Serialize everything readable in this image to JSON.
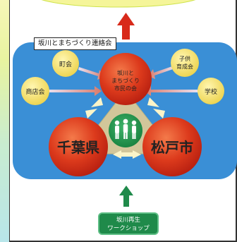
{
  "org_label": "坂川とまちづくり連絡会",
  "center_circle": {
    "line1": "坂川と",
    "line2": "まちづくり",
    "line3": "市民の会"
  },
  "left_big_circle": "千葉県",
  "right_big_circle": "松戸市",
  "small_circles": {
    "town_assoc": "町会",
    "merchants": "商店会",
    "kids_line1": "子供",
    "kids_line2": "育成会",
    "school": "学校"
  },
  "workshop": {
    "line1": "坂川再生",
    "line2": "ワークショップ"
  },
  "icons": {
    "people": "three-people-icon",
    "up_arrow": "arrow-up-icon",
    "handshake": "handshake-icon"
  },
  "colors": {
    "blue_panel": "#3a8fd6",
    "red_circle": "#d8341f",
    "yellow_circle": "#f4e06a",
    "green": "#1f8a4a",
    "red_arrow": "#d82a1a"
  }
}
